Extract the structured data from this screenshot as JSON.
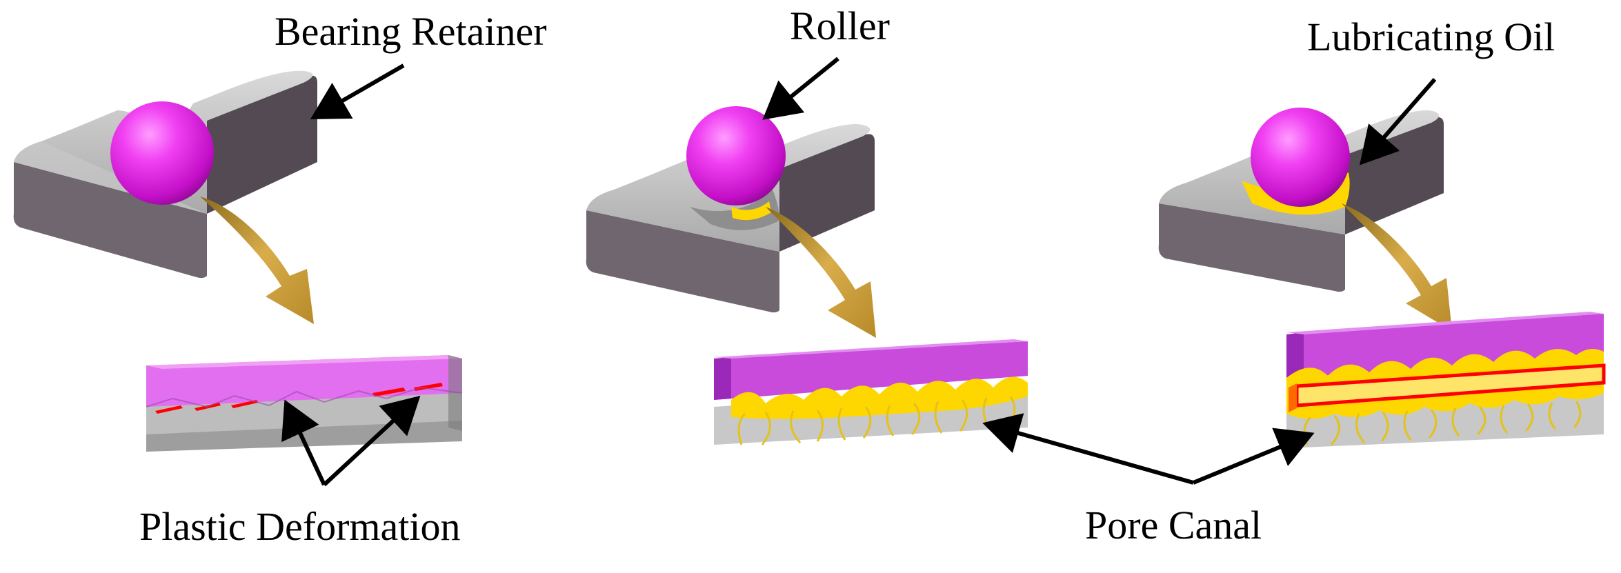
{
  "labels": {
    "bearing_retainer": "Bearing Retainer",
    "roller": "Roller",
    "lubricating_oil": "Lubricating Oil",
    "plastic_deformation": "Plastic Deformation",
    "pore_canal": "Pore Canal"
  },
  "colors": {
    "roller": "#e11be6",
    "retainer_top": "#bdbdbd",
    "retainer_side": "#534a53",
    "oil": "#ffd700",
    "deformation": "#ff0000",
    "pore": "#e3c21a",
    "flow_arrow": "#c69a35",
    "pointer_arrow": "#000000"
  }
}
